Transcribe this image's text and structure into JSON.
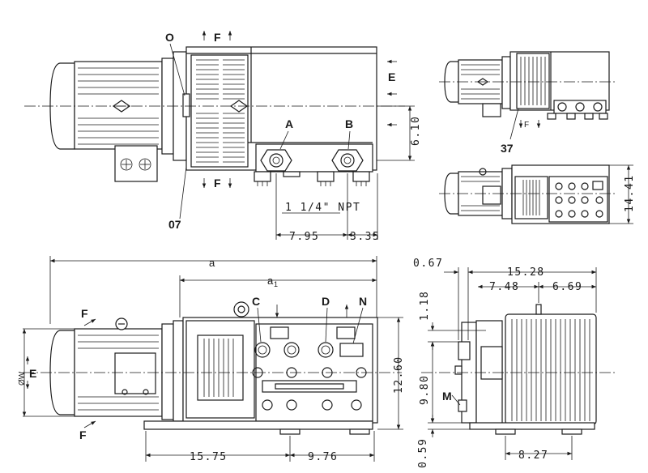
{
  "labels": {
    "O": "O",
    "F": "F",
    "E": "E",
    "A": "A",
    "B": "B",
    "C": "C",
    "D": "D",
    "N": "N",
    "M": "M",
    "a": "a",
    "a1": "a",
    "a1_sub": "1",
    "ref07": "07",
    "ref37": "37",
    "phiW": "ØW"
  },
  "dimensions": {
    "d610": "6.10",
    "npt": "1 1/4\" NPT",
    "d795": "7.95",
    "d335": "3.35",
    "d1441": "14.41",
    "d067": "0.67",
    "d1528": "15.28",
    "d748": "7.48",
    "d669": "6.69",
    "d118": "1.18",
    "d1260": "12.60",
    "d980": "9.80",
    "d059": "0.59",
    "d827": "8.27",
    "d1575": "15.75",
    "d976": "9.76"
  }
}
